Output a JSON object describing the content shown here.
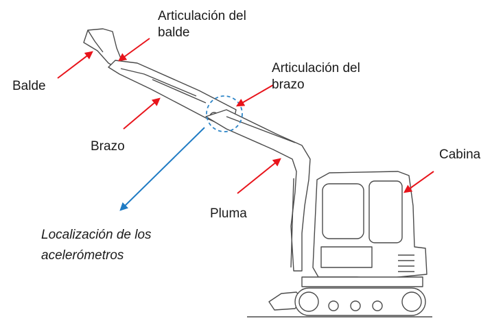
{
  "labels": {
    "bucket_joint": [
      "Articulación del",
      "balde"
    ],
    "bucket": "Balde",
    "arm_joint": [
      "Articulación del",
      "brazo"
    ],
    "arm": "Brazo",
    "boom": "Pluma",
    "cabin": "Cabina",
    "accelerometers": [
      "Localización de los",
      "acelerómetros"
    ]
  },
  "colors": {
    "arrow_red": "#e8141b",
    "arrow_blue": "#1f7bc4",
    "machine_line": "#4a4a4a",
    "marker_circle": "#2f86c8"
  }
}
